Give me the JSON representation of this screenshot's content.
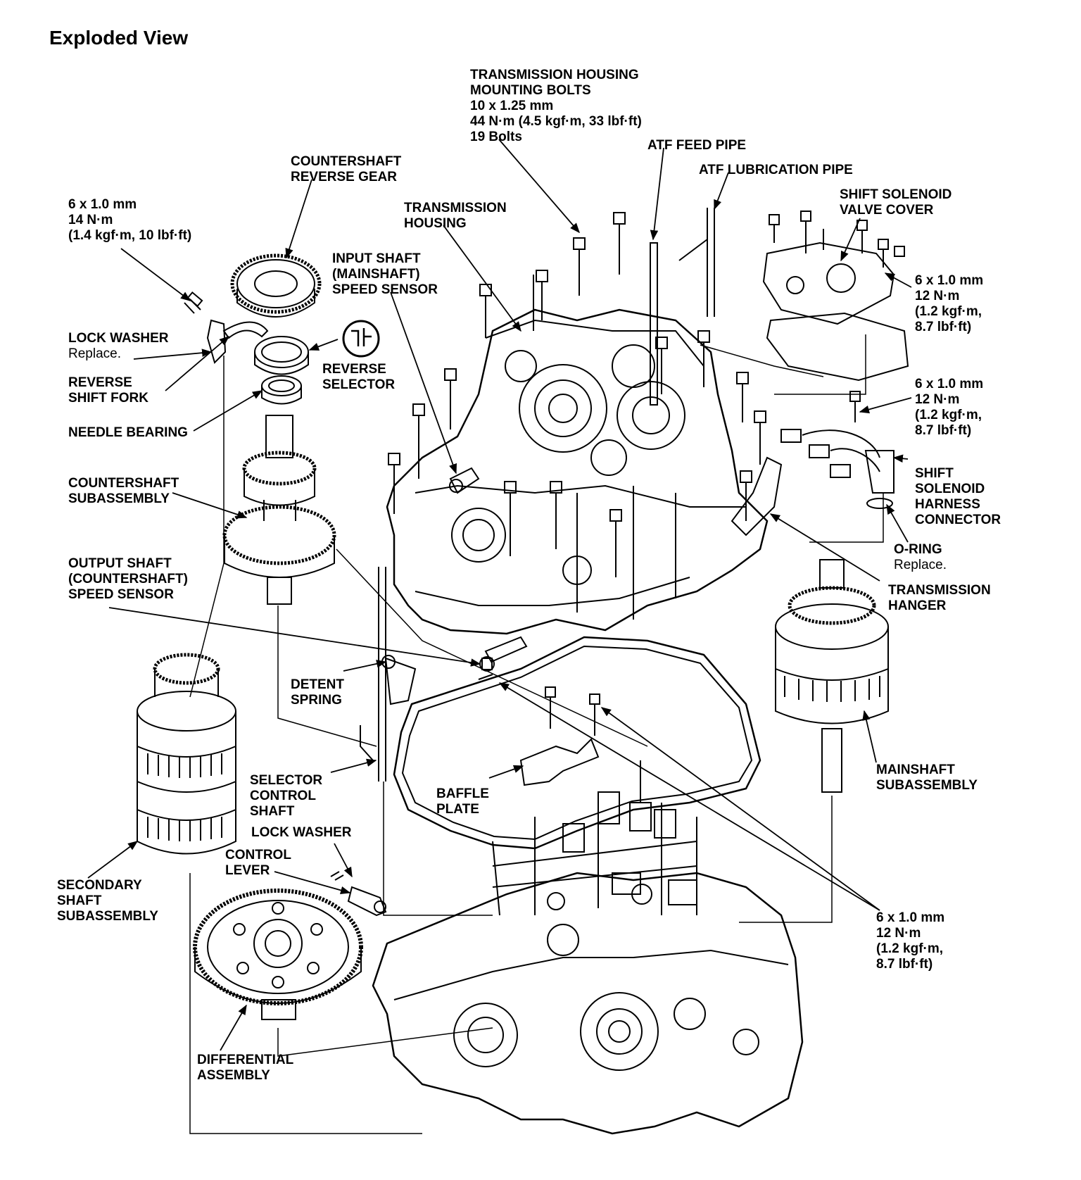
{
  "page": {
    "title": "Exploded View"
  },
  "labels": {
    "housing_bolts": [
      "TRANSMISSION HOUSING",
      "MOUNTING BOLTS",
      "10 x 1.25 mm",
      "44 N·m (4.5 kgf·m, 33 lbf·ft)",
      "19 Bolts"
    ],
    "atf_feed_pipe": [
      "ATF FEED PIPE"
    ],
    "atf_lube_pipe": [
      "ATF LUBRICATION PIPE"
    ],
    "countershaft_reverse_gear": [
      "COUNTERSHAFT",
      "REVERSE GEAR"
    ],
    "bolt_14nm": [
      "6 x 1.0 mm",
      "14 N·m",
      "(1.4 kgf·m, 10 lbf·ft)"
    ],
    "transmission_housing": [
      "TRANSMISSION",
      "HOUSING"
    ],
    "shift_solenoid_cover": [
      "SHIFT SOLENOID",
      "VALVE COVER"
    ],
    "input_shaft_sensor": [
      "INPUT SHAFT",
      "(MAINSHAFT)",
      "SPEED SENSOR"
    ],
    "bolt_12nm_cover": [
      "6 x 1.0 mm",
      "12 N·m",
      "(1.2 kgf·m,",
      "8.7 lbf·ft)"
    ],
    "lock_washer_top": [
      "LOCK WASHER"
    ],
    "replace_1": "Replace.",
    "reverse_selector": [
      "REVERSE",
      "SELECTOR"
    ],
    "reverse_shift_fork": [
      "REVERSE",
      "SHIFT FORK"
    ],
    "bolt_12nm_harness": [
      "6 x 1.0 mm",
      "12 N·m",
      "(1.2 kgf·m,",
      "8.7 lbf·ft)"
    ],
    "needle_bearing": [
      "NEEDLE BEARING"
    ],
    "countershaft_subassembly": [
      "COUNTERSHAFT",
      "SUBASSEMBLY"
    ],
    "shift_solenoid_harness": [
      "SHIFT",
      "SOLENOID",
      "HARNESS",
      "CONNECTOR"
    ],
    "o_ring": [
      "O-RING"
    ],
    "replace_2": "Replace.",
    "output_shaft_sensor": [
      "OUTPUT SHAFT",
      "(COUNTERSHAFT)",
      "SPEED SENSOR"
    ],
    "transmission_hanger": [
      "TRANSMISSION",
      "HANGER"
    ],
    "detent_spring": [
      "DETENT",
      "SPRING"
    ],
    "mainshaft_subassembly": [
      "MAINSHAFT",
      "SUBASSEMBLY"
    ],
    "selector_control_shaft": [
      "SELECTOR",
      "CONTROL",
      "SHAFT"
    ],
    "baffle_plate": [
      "BAFFLE",
      "PLATE"
    ],
    "lock_washer_bottom": [
      "LOCK WASHER"
    ],
    "control_lever": [
      "CONTROL",
      "LEVER"
    ],
    "secondary_shaft": [
      "SECONDARY",
      "SHAFT",
      "SUBASSEMBLY"
    ],
    "bolt_12nm_bottom": [
      "6 x 1.0 mm",
      "12 N·m",
      "(1.2 kgf·m,",
      "8.7 lbf·ft)"
    ],
    "differential_assembly": [
      "DIFFERENTIAL",
      "ASSEMBLY"
    ]
  }
}
